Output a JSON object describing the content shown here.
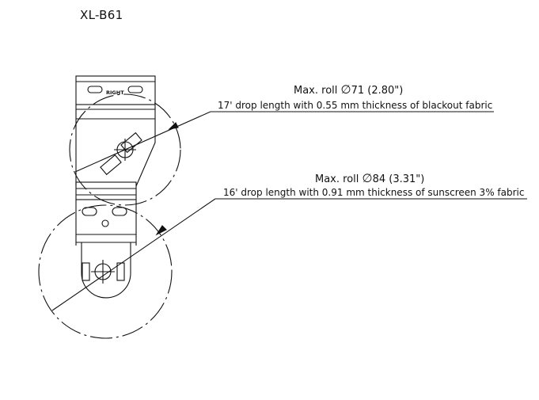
{
  "model": "XL-B61",
  "bracket_mark": "RIGHT",
  "annotations": [
    {
      "roll_prefix": "Max. roll",
      "diameter_symbol": "∅",
      "diameter": "71 (2.80\")",
      "description": "17' drop length with 0.55 mm thickness of blackout fabric"
    },
    {
      "roll_prefix": "Max. roll",
      "diameter_symbol": "∅",
      "diameter": "84 (3.31\")",
      "description": "16' drop length with 0.91 mm thickness of sunscreen 3% fabric"
    }
  ]
}
